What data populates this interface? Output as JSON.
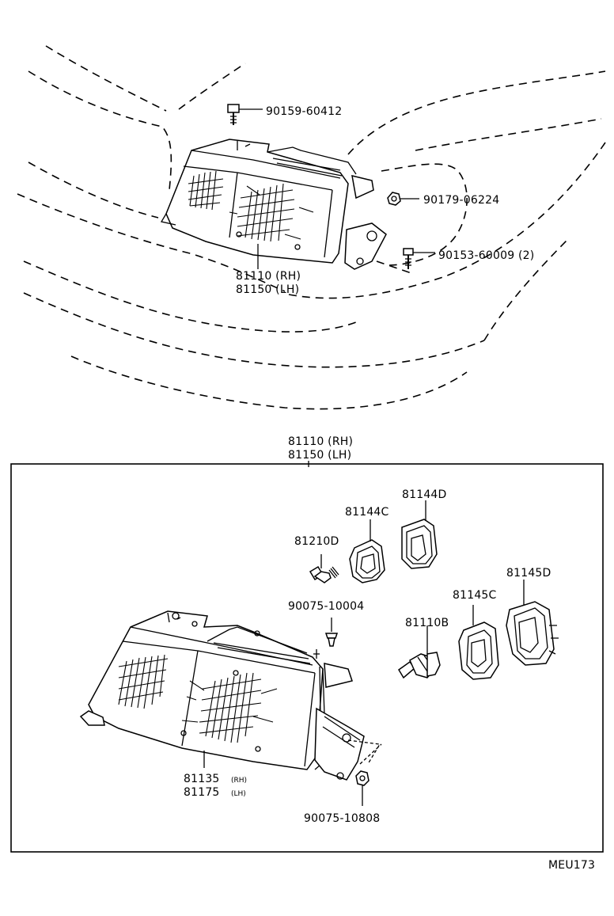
{
  "diagram": {
    "top_labels": {
      "bolt_top": "90159-60412",
      "nut_right": "90179-06224",
      "bolt_right": "90153-60009 (2)",
      "assembly_rh": "81110 (RH)",
      "assembly_lh": "81150 (LH)"
    },
    "box_header": {
      "rh": "81110 (RH)",
      "lh": "81150 (LH)"
    },
    "parts": {
      "p81144d": "81144D",
      "p81144c": "81144C",
      "p81210d": "81210D",
      "p90075_10004": "90075-10004",
      "p81110b": "81110B",
      "p81145c": "81145C",
      "p81145d": "81145D",
      "p81135": "81135",
      "p81135_side": "(RH)",
      "p81175": "81175",
      "p81175_side": "(LH)",
      "p90075_10808": "90075-10808"
    },
    "figure_code": "MEU173"
  }
}
